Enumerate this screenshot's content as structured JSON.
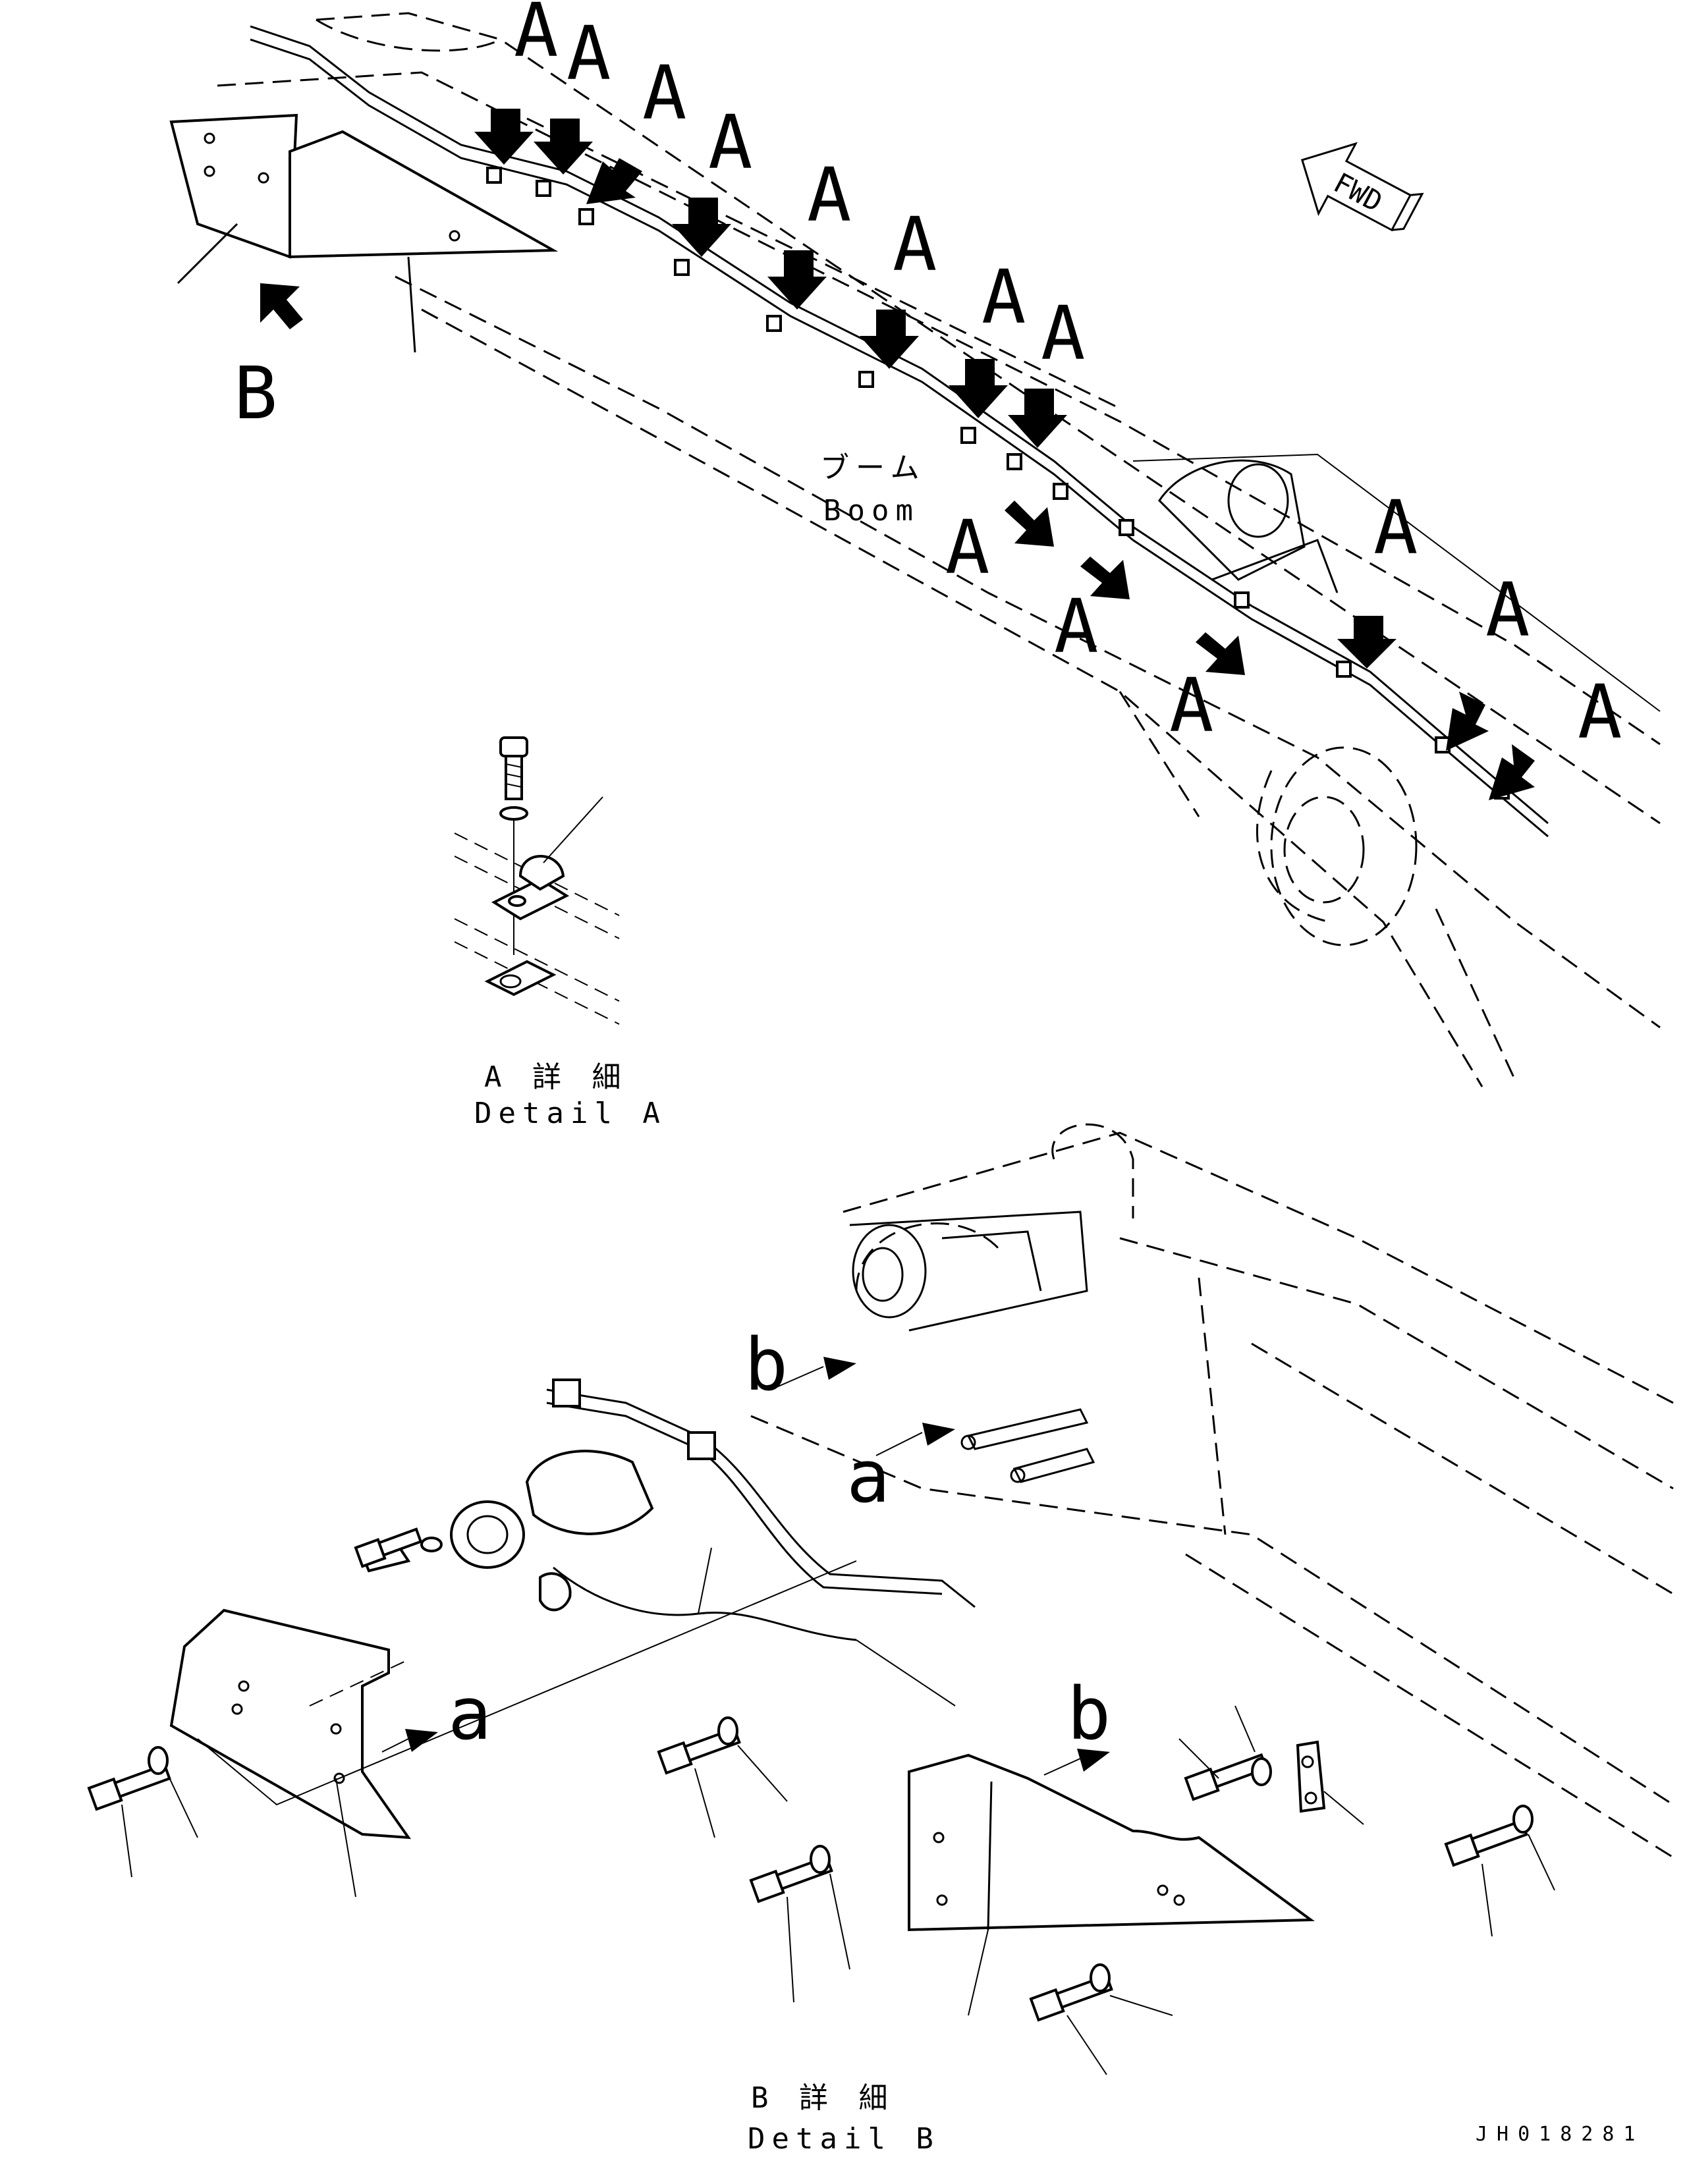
{
  "labels": {
    "view_a": "A",
    "view_b": "B",
    "ref_a": "a",
    "ref_b": "b",
    "fwd": "FWD",
    "boom_jp": "ブーム",
    "boom_en": "Boom",
    "detail_a_jp": "A 詳 細",
    "detail_a_en": "Detail A",
    "detail_b_jp": "B 詳 細",
    "detail_b_en": "Detail B",
    "drawing_number": "JH018281"
  },
  "icons": [
    "arrow-icon",
    "fwd-arrow-icon"
  ],
  "colors": {
    "ink": "#000000",
    "paper": "#ffffff"
  }
}
